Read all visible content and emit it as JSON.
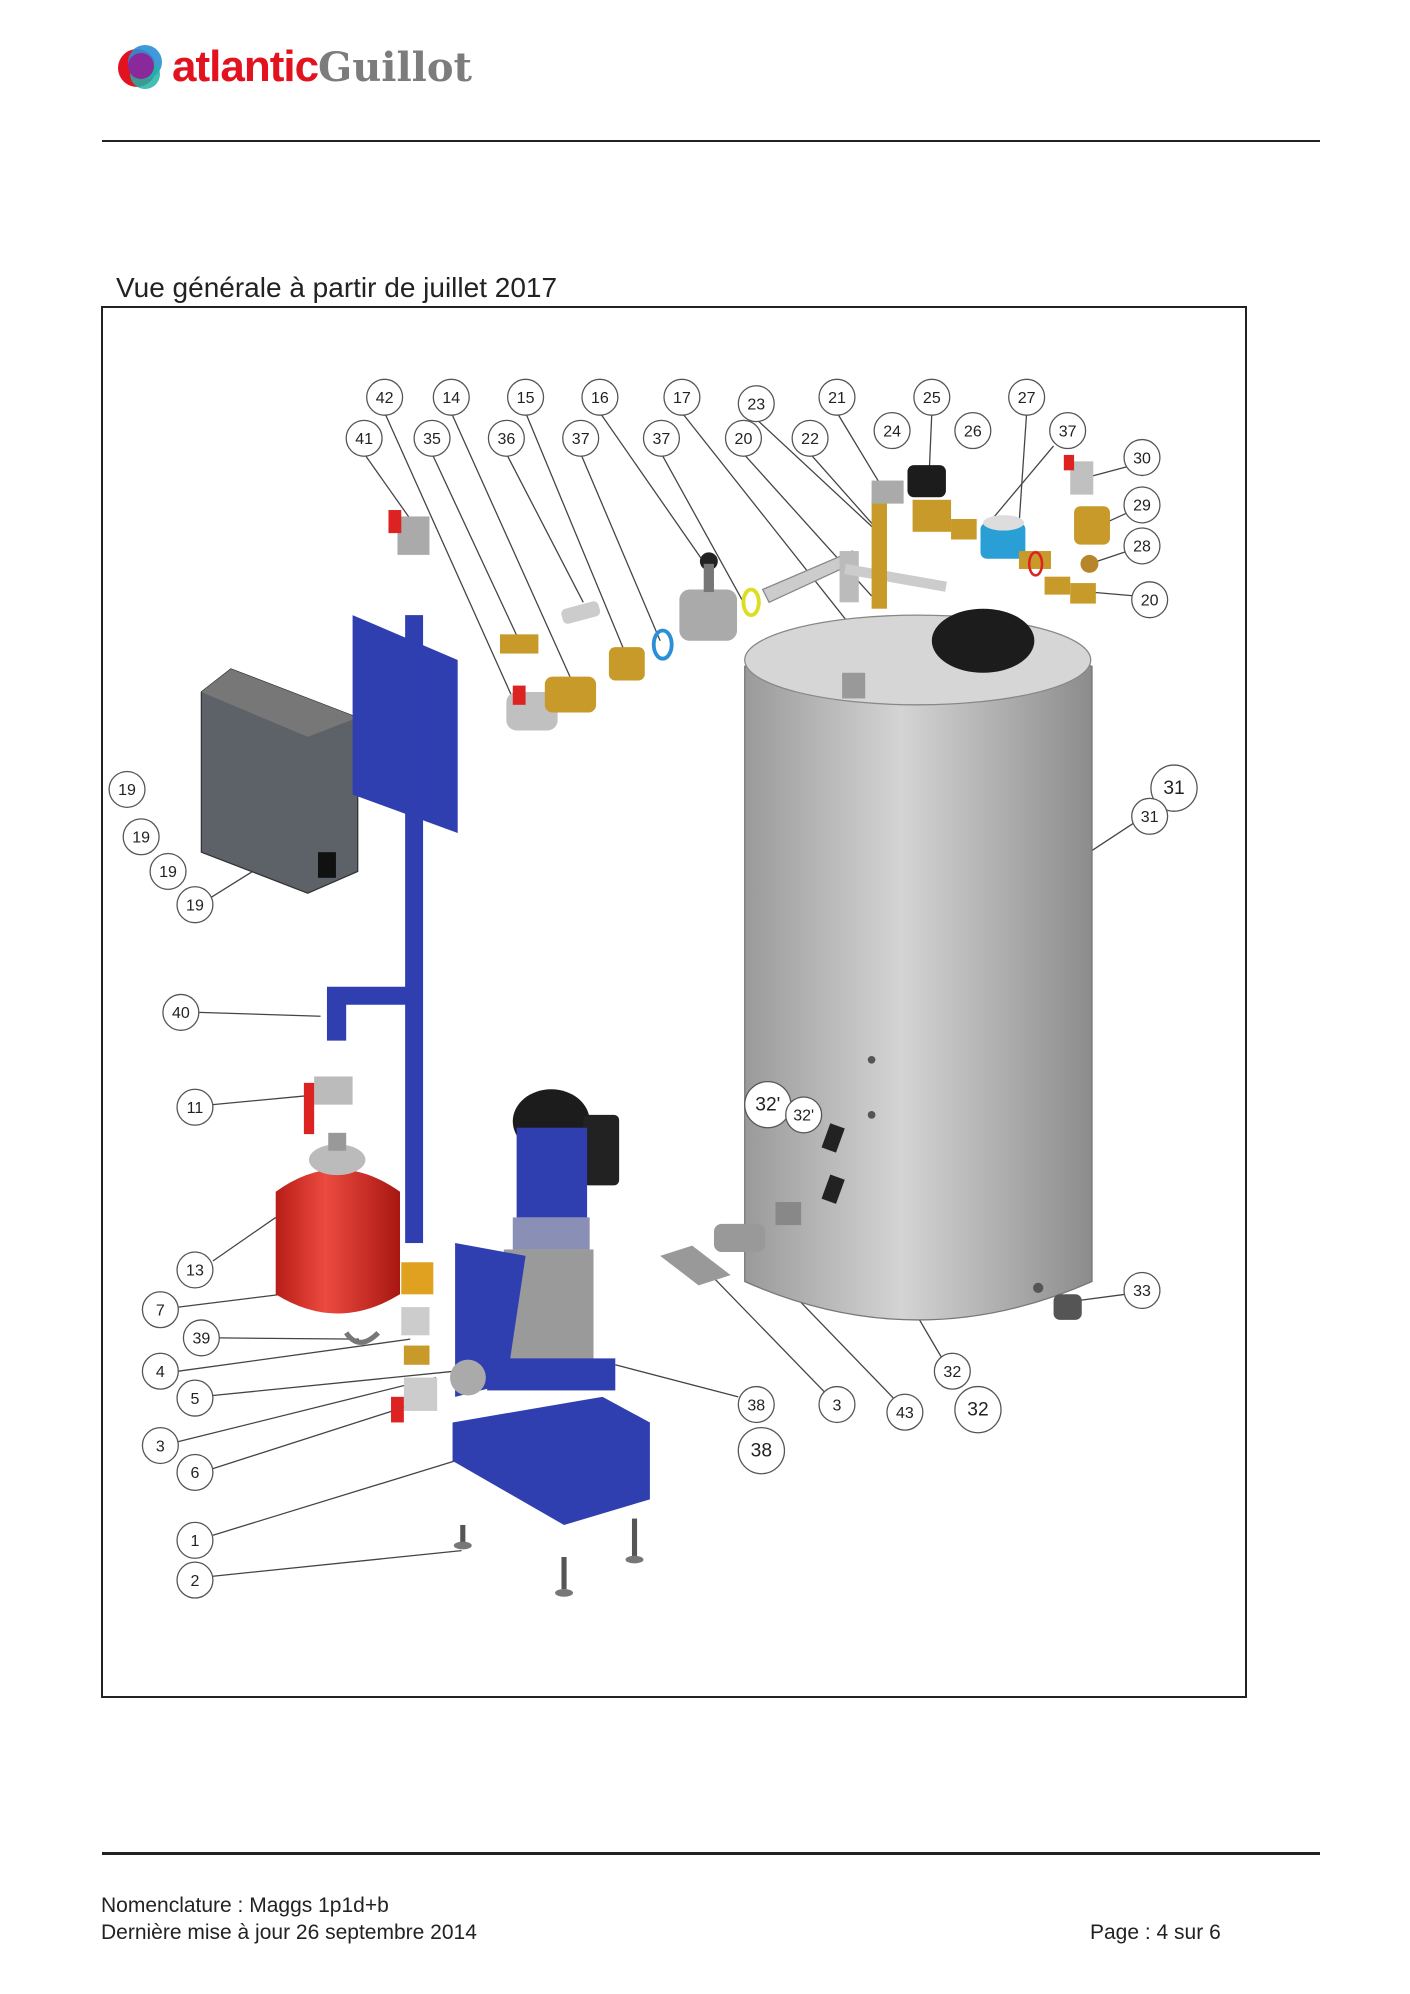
{
  "header": {
    "logo_brand": "atlantic",
    "logo_sub": "Guillot"
  },
  "title": "Vue générale à partir de juillet 2017",
  "callouts": [
    "42",
    "14",
    "15",
    "16",
    "17",
    "23",
    "21",
    "25",
    "27",
    "41",
    "35",
    "36",
    "37",
    "37",
    "20",
    "22",
    "24",
    "26",
    "37",
    "30",
    "29",
    "28",
    "20",
    "19",
    "19",
    "19",
    "19",
    "31",
    "31",
    "40",
    "11",
    "32'",
    "32'",
    "13",
    "7",
    "39",
    "4",
    "5",
    "3",
    "6",
    "1",
    "2",
    "33",
    "32",
    "38",
    "3",
    "43",
    "32",
    "38"
  ],
  "footer": {
    "nomenclature": "Nomenclature : Maggs 1p1d+b",
    "updated": "Dernière mise à jour 26 septembre 2014",
    "page": "Page : 4 sur 6"
  },
  "colors": {
    "brand_red": "#e2121f",
    "pipe_blue": "#2f3fb0",
    "tank_gray": "#b8b8b8",
    "vessel_red": "#d92b25"
  }
}
